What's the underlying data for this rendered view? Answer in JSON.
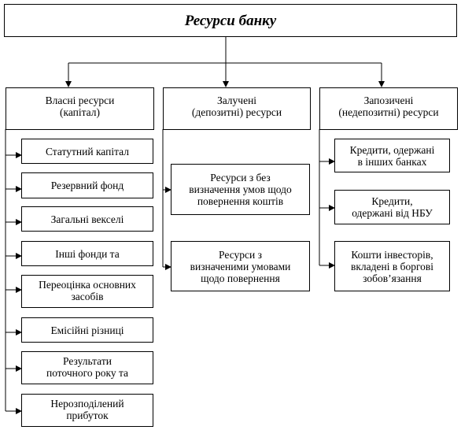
{
  "title": "Ресурси банку",
  "columns": [
    {
      "header": [
        "Власні ресурси",
        "(капітал)"
      ],
      "items": [
        [
          "Статутний капітал"
        ],
        [
          "Резервний фонд"
        ],
        [
          "Загальні векселі"
        ],
        [
          "Інші фонди та"
        ],
        [
          "Переоцінка основних",
          "засобів"
        ],
        [
          "Емісійні  різниці"
        ],
        [
          "Результати",
          "поточного року та"
        ],
        [
          "Нерозподілений",
          "прибуток"
        ]
      ]
    },
    {
      "header": [
        "Залучені",
        "(депозитні) ресурси"
      ],
      "items": [
        [
          "Ресурси з без",
          "визначення умов щодо",
          "повернення коштів"
        ],
        [
          "Ресурси з",
          "визначеними умовами",
          "щодо повернення"
        ]
      ]
    },
    {
      "header": [
        "Запозичені",
        "(недепозитні) ресурси"
      ],
      "items": [
        [
          "Кредити, одержані",
          "в інших банках"
        ],
        [
          "Кредити,",
          "одержані від  НБУ"
        ],
        [
          "Кошти інвесторів,",
          "вкладені в боргові",
          "зобов’язання"
        ]
      ]
    }
  ]
}
